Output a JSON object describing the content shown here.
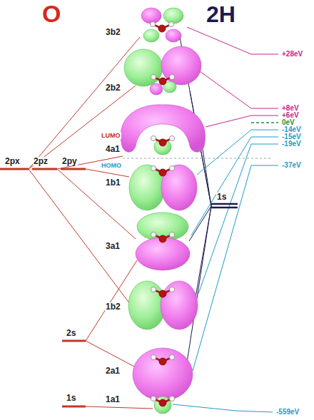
{
  "diagram": {
    "labels": [
      "O",
      "2H",
      "3b2",
      "+28eV",
      "2b2",
      "+8eV",
      "+6eV",
      "0eV",
      "LUMO",
      "-14eV",
      "-15eV",
      "4a1",
      "-19eV",
      "2px",
      "2pz",
      "2py",
      "HOMO",
      "-37eV",
      "1b1",
      "1s",
      "3a1",
      "1b2",
      "2s",
      "2a1",
      "1a1",
      "1s",
      "-559eV"
    ]
  }
}
